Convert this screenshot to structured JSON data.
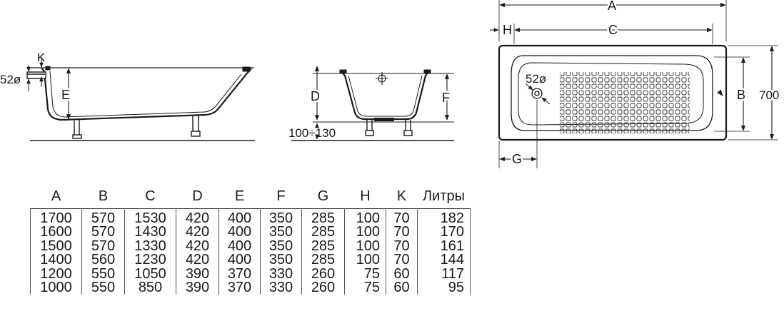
{
  "side_view": {
    "dim_k": "K",
    "dim_e": "E",
    "dim_drain": "52ø"
  },
  "end_view": {
    "dim_d": "D",
    "dim_f": "F",
    "dim_feet": "100÷130"
  },
  "top_view": {
    "dim_a": "A",
    "dim_h": "H",
    "dim_c": "C",
    "dim_b": "B",
    "dim_width": "700",
    "dim_drain": "52ø",
    "dim_g": "G"
  },
  "table": {
    "headers": [
      "A",
      "B",
      "C",
      "D",
      "E",
      "F",
      "G",
      "H",
      "K",
      "Литры"
    ],
    "rows": [
      [
        "1700",
        "570",
        "1530",
        "420",
        "400",
        "350",
        "285",
        "100",
        "70",
        "182"
      ],
      [
        "1600",
        "570",
        "1430",
        "420",
        "400",
        "350",
        "285",
        "100",
        "70",
        "170"
      ],
      [
        "1500",
        "570",
        "1330",
        "420",
        "400",
        "350",
        "285",
        "100",
        "70",
        "161"
      ],
      [
        "1400",
        "560",
        "1230",
        "420",
        "400",
        "350",
        "285",
        "100",
        "70",
        "144"
      ],
      [
        "1200",
        "550",
        "1050",
        "390",
        "370",
        "330",
        "260",
        "75",
        "60",
        "117"
      ],
      [
        "1000",
        "550",
        "850",
        "390",
        "370",
        "330",
        "260",
        "75",
        "60",
        "95"
      ]
    ]
  }
}
